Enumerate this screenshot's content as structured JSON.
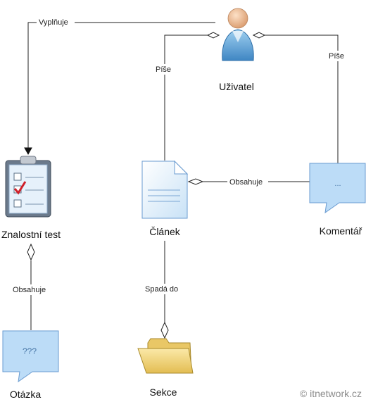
{
  "nodes": {
    "user": "Uživatel",
    "test": "Znalostní test",
    "article": "Článek",
    "comment": "Komentář",
    "question": "Otázka",
    "section": "Sekce"
  },
  "edges": {
    "fills": "Vyplňuje",
    "writes_article": "Píše",
    "writes_comment": "Píše",
    "article_contains": "Obsahuje",
    "test_contains": "Obsahuje",
    "belongs_to": "Spadá do"
  },
  "shape_text": {
    "comment": "...",
    "question": "???"
  },
  "watermark": "© itnetwork.cz",
  "colors": {
    "line": "#222222",
    "callout_fill": "#bcdcf7",
    "callout_stroke": "#6a9bd0",
    "folder_fill": "#f2d67a"
  },
  "icons": [
    "user-icon",
    "clipboard-icon",
    "document-icon",
    "comment-icon",
    "question-icon",
    "folder-icon"
  ]
}
